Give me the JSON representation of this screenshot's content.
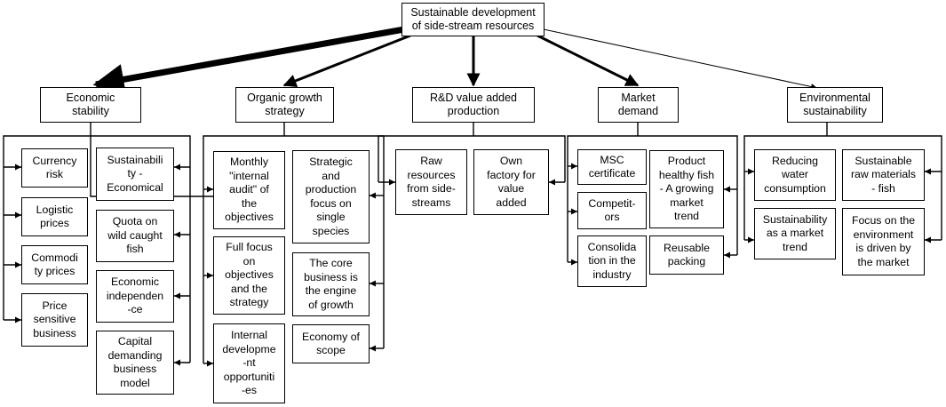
{
  "root": "Sustainable development\nof side-stream resources",
  "categories": [
    {
      "label": "Economic\nstability",
      "items": [
        "Currency\nrisk",
        "Logistic\nprices",
        "Commodi\nty prices",
        "Price\nsensitive\nbusiness",
        "Sustainabili\nty -\nEconomical",
        "Quota on\nwild caught\nfish",
        "Economic\nindependen\n-ce",
        "Capital\ndemanding\nbusiness\nmodel"
      ]
    },
    {
      "label": "Organic growth\nstrategy",
      "items": [
        "Monthly\n\"internal\naudit\" of\nthe\nobjectives",
        "Full focus\non\nobjectives\nand the\nstrategy",
        "Internal\ndevelopme\n-nt\nopportuniti\n-es",
        "Strategic\nand\nproduction\nfocus on\nsingle\nspecies",
        "The core\nbusiness is\nthe engine\nof growth",
        "Economy of\nscope"
      ]
    },
    {
      "label": "R&D value added\nproduction",
      "items": [
        "Raw\nresources\nfrom side-\nstreams",
        "Own\nfactory for\nvalue\nadded"
      ]
    },
    {
      "label": "Market\ndemand",
      "items": [
        "MSC\ncertificate",
        "Competit-\nors",
        "Consolida\ntion in the\nindustry",
        "Product\nhealthy fish\n- A growing\nmarket\ntrend",
        "Reusable\npacking"
      ]
    },
    {
      "label": "Environmental\nsustainability",
      "items": [
        "Reducing\nwater\nconsumption",
        "Sustainability\nas a market\ntrend",
        "Sustainable\nraw materials\n- fish",
        "Focus on the\nenvironment\nis driven by\nthe market"
      ]
    }
  ]
}
